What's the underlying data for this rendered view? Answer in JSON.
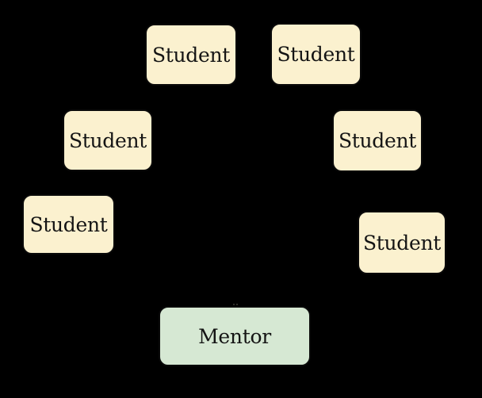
{
  "diagram": {
    "nodes": [
      {
        "id": "student-top-left",
        "label": "Student",
        "role": "student"
      },
      {
        "id": "student-top-right",
        "label": "Student",
        "role": "student"
      },
      {
        "id": "student-mid-left",
        "label": "Student",
        "role": "student"
      },
      {
        "id": "student-mid-right",
        "label": "Student",
        "role": "student"
      },
      {
        "id": "student-lower-left",
        "label": "Student",
        "role": "student"
      },
      {
        "id": "student-lower-right",
        "label": "Student",
        "role": "student"
      },
      {
        "id": "mentor",
        "label": "Mentor",
        "role": "mentor"
      }
    ],
    "colors": {
      "background": "#000000",
      "student_fill": "#FBF1CF",
      "student_border": "#0A0A0A",
      "mentor_fill": "#D6E8D3",
      "mentor_border": "#0A0A0A",
      "label_text": "#141414"
    }
  }
}
